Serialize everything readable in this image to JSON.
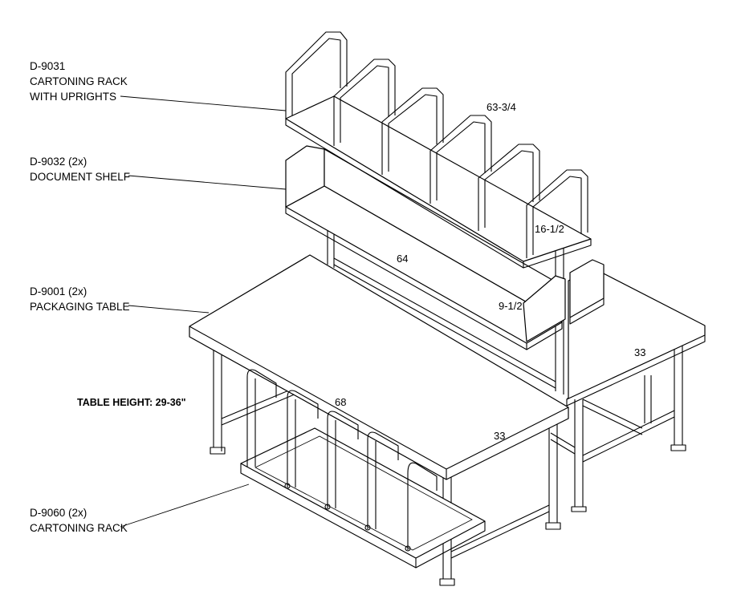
{
  "callouts": [
    {
      "lines": [
        "D-9031",
        "CARTONING RACK",
        "WITH UPRIGHTS"
      ]
    },
    {
      "lines": [
        "D-9032 (2x)",
        "DOCUMENT SHELF"
      ]
    },
    {
      "lines": [
        "D-9001 (2x)",
        "PACKAGING TABLE"
      ]
    },
    {
      "lines": [
        "D-9060 (2x)",
        "CARTONING RACK"
      ]
    }
  ],
  "table_height_note": "TABLE HEIGHT: 29-36\"",
  "dimensions": {
    "rack_length": "63-3/4",
    "rack_height": "16-1/2",
    "shelf_length": "64",
    "shelf_height": "9-1/2",
    "table_length": "68",
    "table_width_front": "33",
    "table_width_back": "33"
  }
}
